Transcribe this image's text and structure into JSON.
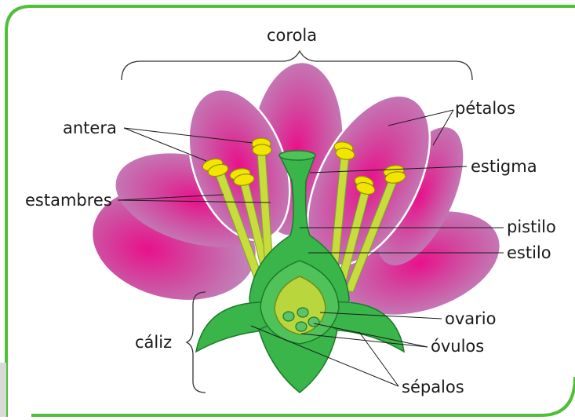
{
  "labels": {
    "corola": "corola",
    "antera": "antera",
    "petalos": "pétalos",
    "estigma": "estigma",
    "estambres": "estambres",
    "pistilo": "pistilo",
    "estilo": "estilo",
    "caliz": "cáliz",
    "ovario": "ovario",
    "ovulos": "óvulos",
    "sepalos": "sépalos"
  },
  "colors": {
    "frame": "#4fbf3a",
    "petal_light": "#c27fb8",
    "petal_center": "#e8118a",
    "petal_outline": "#ffffff",
    "pistil": "#39b54a",
    "stamen": "#c8dc3c",
    "anther": "#f2e600",
    "ovule": "#5cc36a",
    "ovary": "#b9d63d",
    "leader": "#1a1a1a"
  }
}
